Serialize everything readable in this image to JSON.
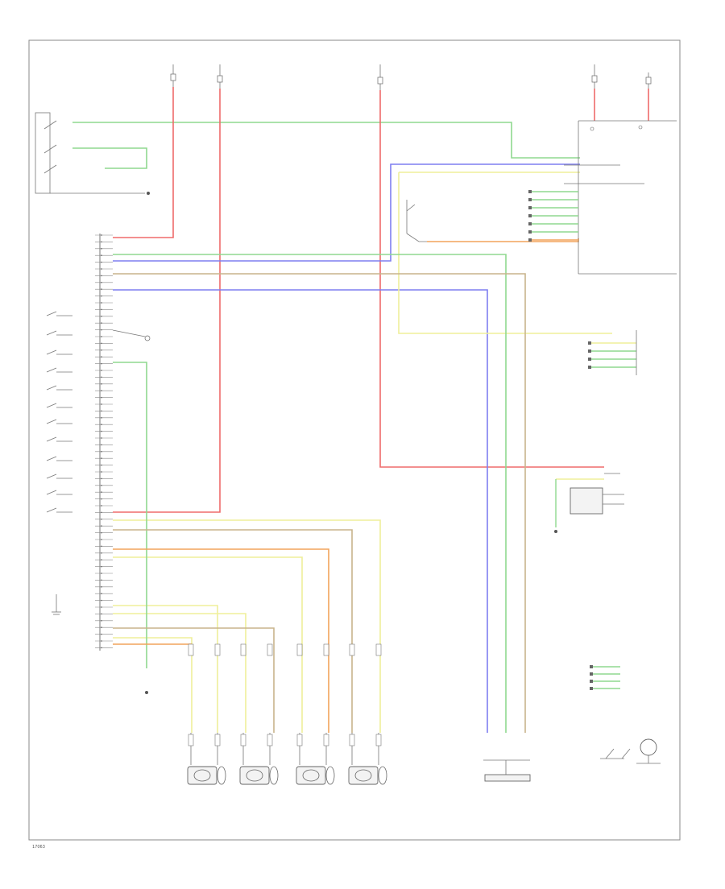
{
  "colors": {
    "green": "#8fd98f",
    "red": "#ef6b6b",
    "blue": "#7f7ff0",
    "yellow": "#efef9a",
    "orange": "#f2a35c",
    "tan": "#c8b48c",
    "gray": "#9a9a9a",
    "frame": "#8a8a8a"
  },
  "icons": [
    "ground-symbol",
    "switch-symbol",
    "connector-symbol",
    "speaker-symbol"
  ],
  "diagram": {
    "code": "17063"
  }
}
